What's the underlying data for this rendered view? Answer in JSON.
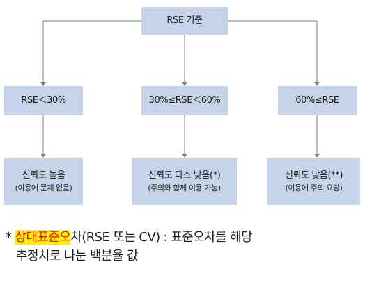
{
  "diagram": {
    "root": "RSE 기준",
    "branches": [
      {
        "condition": "RSE＜30%",
        "result_title": "신뢰도 높음",
        "result_note": "(이용에 문제 없음)"
      },
      {
        "condition": "30%≤RSE＜60%",
        "result_title": "신뢰도 다소 낮음(*)",
        "result_note": "(주의와 함께 이용 가능)"
      },
      {
        "condition": "60%≤RSE",
        "result_title": "신뢰도 낮음(**)",
        "result_note": "(이용에 주의 요망)"
      }
    ]
  },
  "footnote": {
    "bullet": "*",
    "highlight": "상대표준오",
    "rest_line1": "차(RSE 또는 CV) : 표준오차를 해당",
    "line2": "추정치로 나눈 백분율 값"
  },
  "colors": {
    "box": "#c6d3e8",
    "connector": "#7f7f7f",
    "highlight_bg": "#fff200",
    "highlight_text": "#e8141b"
  }
}
